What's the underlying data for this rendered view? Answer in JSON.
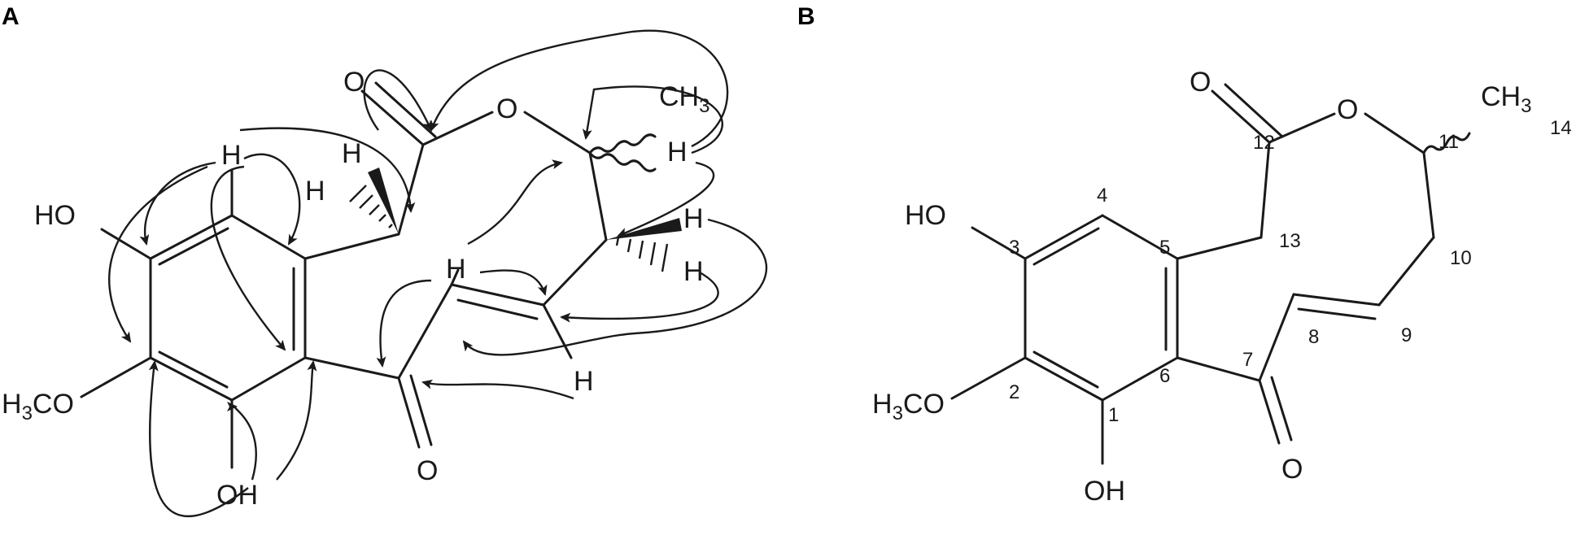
{
  "panels": {
    "a": {
      "label": "A"
    },
    "b": {
      "label": "B"
    }
  },
  "structure_a": {
    "ho": "HO",
    "h3co_h": "H",
    "h3co_sub": "3",
    "h3co_tail": "CO",
    "oh": "OH",
    "ring_h": "H",
    "carbonyl_o_top": "O",
    "ester_o": "O",
    "methyl_c": "CH",
    "methyl_sub": "3",
    "methine_h": "H",
    "ch2_h1": "H",
    "ch2_h2": "H",
    "ch2b_h1": "H",
    "ch2b_h2": "H",
    "olefin_h1": "H",
    "olefin_h2": "H",
    "ketone_o": "O"
  },
  "structure_b": {
    "ho": "HO",
    "h3co_h": "H",
    "h3co_sub": "3",
    "h3co_tail": "CO",
    "oh": "OH",
    "carbonyl_o_top": "O",
    "ester_o": "O",
    "methyl_c": "CH",
    "methyl_sub": "3",
    "ketone_o": "O",
    "numbers": {
      "n1": "1",
      "n2": "2",
      "n3": "3",
      "n4": "4",
      "n5": "5",
      "n6": "6",
      "n7": "7",
      "n8": "8",
      "n9": "9",
      "n10": "10",
      "n11": "11",
      "n12": "12",
      "n13": "13",
      "n14": "14"
    }
  }
}
